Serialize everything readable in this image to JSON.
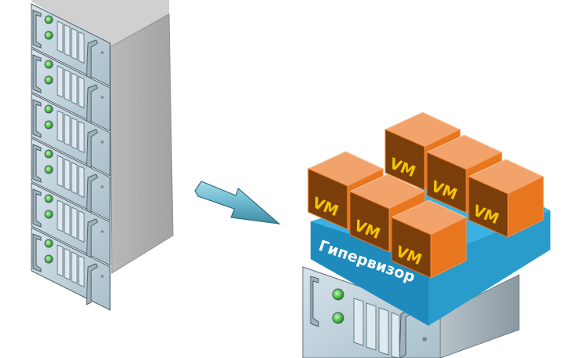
{
  "diagram": {
    "type": "virtualization-illustration",
    "left": {
      "object": "physical-server-rack",
      "units": 6
    },
    "arrow": {
      "direction": "down-right",
      "color": "#6cb8cf"
    },
    "right": {
      "hypervisor": {
        "label": "Гипервизор",
        "color": "#2a9ccc"
      },
      "vms": [
        {
          "label": "VM"
        },
        {
          "label": "VM"
        },
        {
          "label": "VM"
        },
        {
          "label": "VM"
        },
        {
          "label": "VM"
        },
        {
          "label": "VM"
        }
      ],
      "vm_colors": {
        "front": "#7a3e0a",
        "side": "#e8761e",
        "top": "#f2a36b",
        "text": "#f5c400"
      },
      "host": "physical-server"
    }
  }
}
